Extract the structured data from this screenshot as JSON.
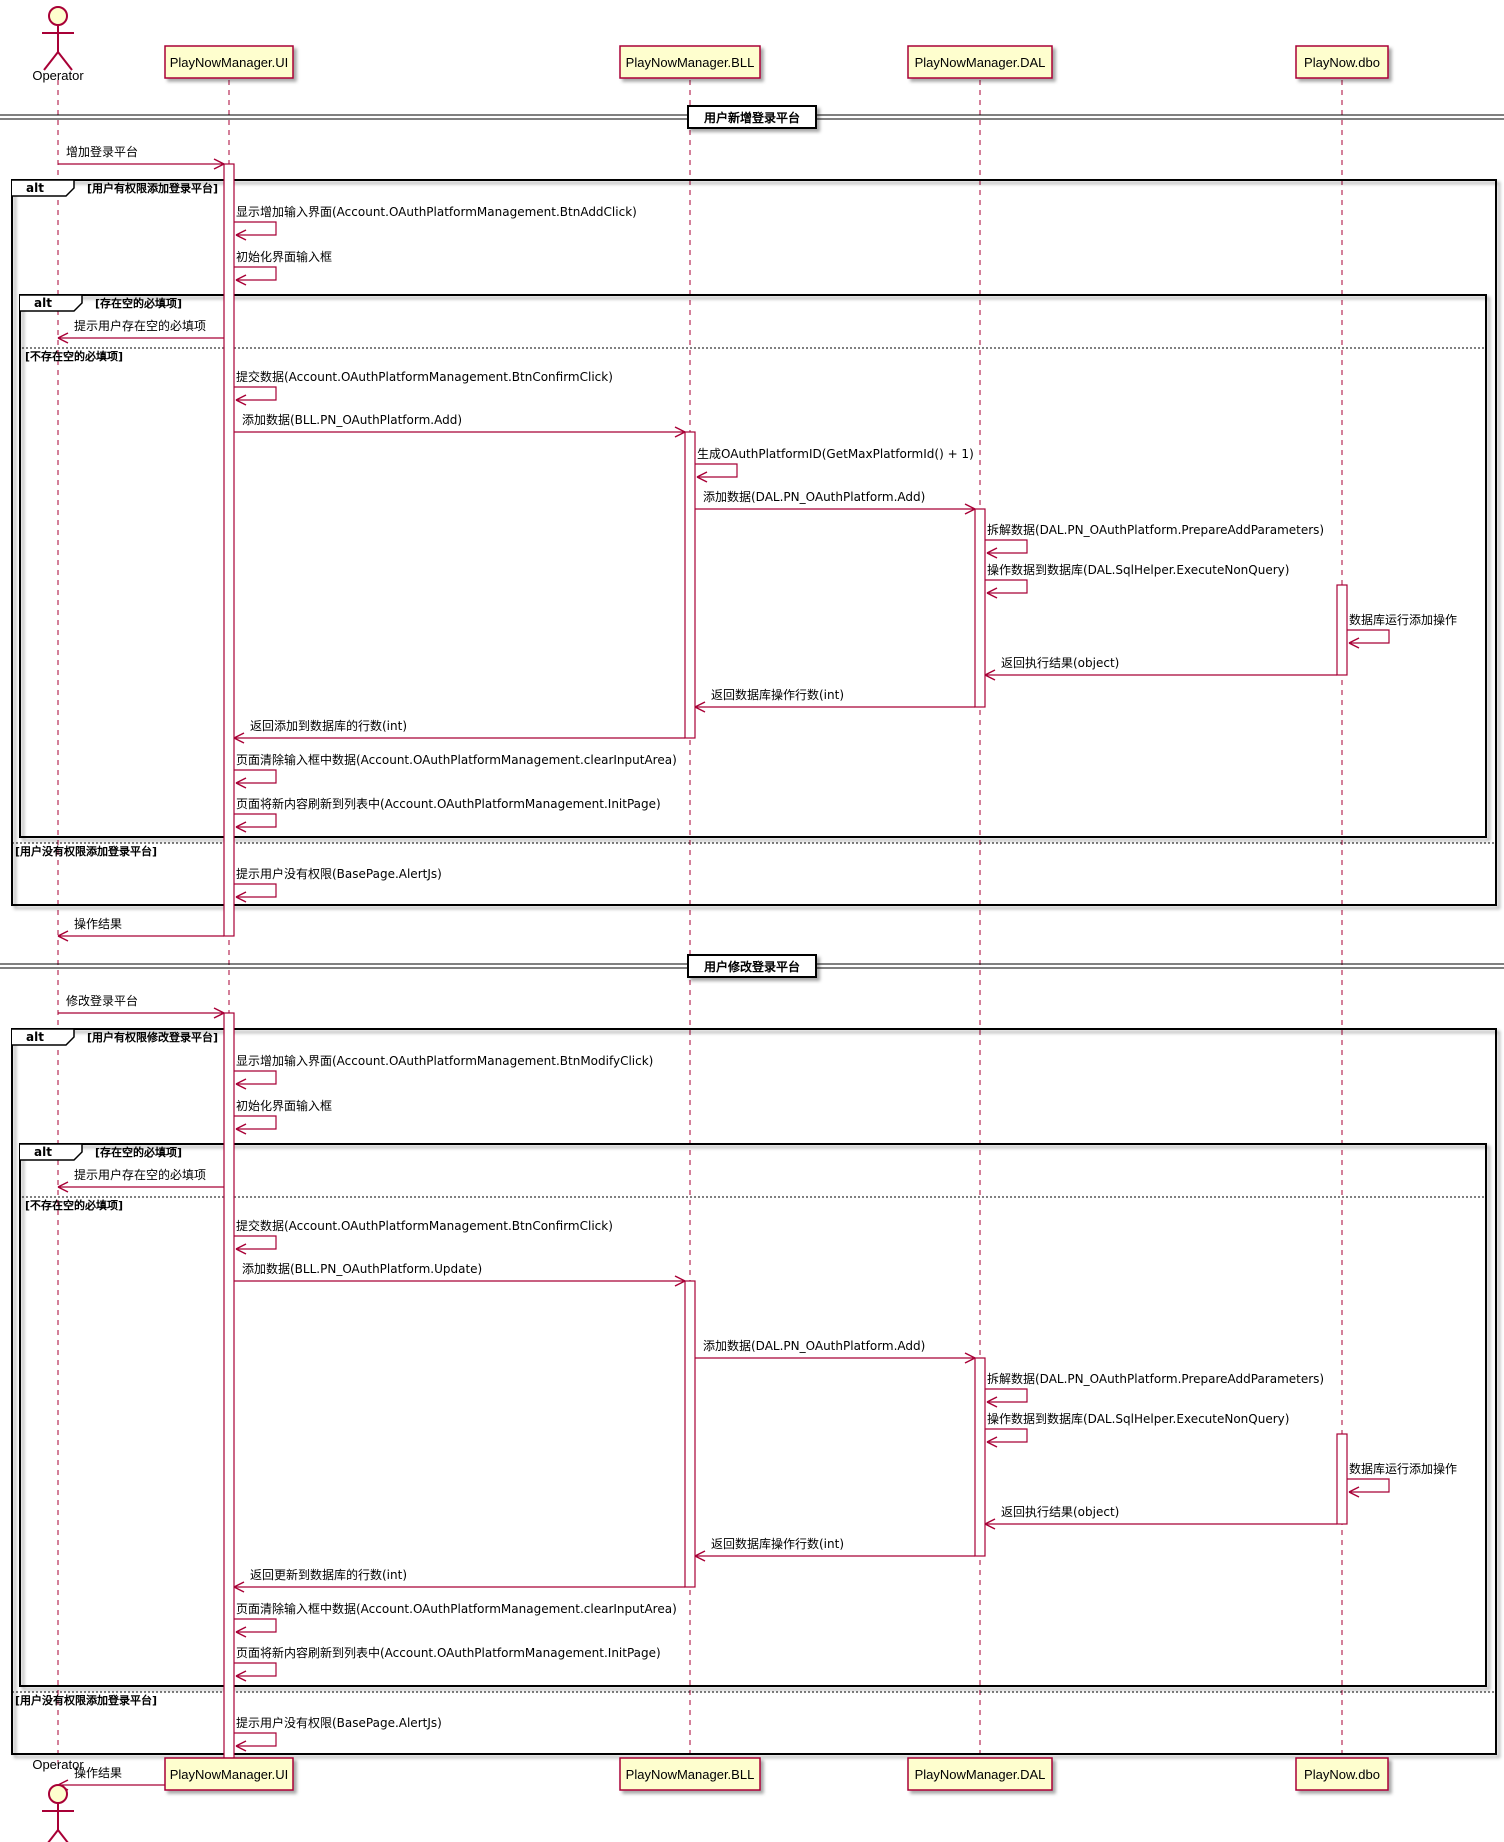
{
  "participants": [
    {
      "id": "op",
      "label": "Operator",
      "kind": "actor"
    },
    {
      "id": "ui",
      "label": "PlayNowManager.UI",
      "kind": "box"
    },
    {
      "id": "bll",
      "label": "PlayNowManager.BLL",
      "kind": "box"
    },
    {
      "id": "dal",
      "label": "PlayNowManager.DAL",
      "kind": "box"
    },
    {
      "id": "dbo",
      "label": "PlayNow.dbo",
      "kind": "box"
    }
  ],
  "sections": [
    {
      "divider": "用户新增登录平台",
      "request": "增加登录平台",
      "outer_alt": {
        "keyword": "alt",
        "guard": "[用户有权限添加登录平台]",
        "else_guard": "[用户没有权限添加登录平台]"
      },
      "show_input": "显示增加输入界面(Account.OAuthPlatformManagement.BtnAddClick)",
      "init_input": "初始化界面输入框",
      "inner_alt": {
        "keyword": "alt",
        "guard": "[存在空的必填项]",
        "else_guard": "[不存在空的必填项]"
      },
      "hint_required": "提示用户存在空的必填项",
      "submit": "提交数据(Account.OAuthPlatformManagement.BtnConfirmClick)",
      "call_bll": "添加数据(BLL.PN_OAuthPlatform.Add)",
      "gen_id": "生成OAuthPlatformID(GetMaxPlatformId() + 1)",
      "call_dal": "添加数据(DAL.PN_OAuthPlatform.Add)",
      "parse": "拆解数据(DAL.PN_OAuthPlatform.PrepareAddParameters)",
      "op_db": "操作数据到数据库(DAL.SqlHelper.ExecuteNonQuery)",
      "db_run": "数据库运行添加操作",
      "ret_obj": "返回执行结果(object)",
      "ret_int": "返回数据库操作行数(int)",
      "ret_rows": "返回添加到数据库的行数(int)",
      "clear": "页面清除输入框中数据(Account.OAuthPlatformManagement.clearInputArea)",
      "refresh": "页面将新内容刷新到列表中(Account.OAuthPlatformManagement.InitPage)",
      "no_perm": "提示用户没有权限(BasePage.AlertJs)",
      "result": "操作结果"
    },
    {
      "divider": "用户修改登录平台",
      "request": "修改登录平台",
      "outer_alt": {
        "keyword": "alt",
        "guard": "[用户有权限修改登录平台]",
        "else_guard": "[用户没有权限添加登录平台]"
      },
      "show_input": "显示增加输入界面(Account.OAuthPlatformManagement.BtnModifyClick)",
      "init_input": "初始化界面输入框",
      "inner_alt": {
        "keyword": "alt",
        "guard": "[存在空的必填项]",
        "else_guard": "[不存在空的必填项]"
      },
      "hint_required": "提示用户存在空的必填项",
      "submit": "提交数据(Account.OAuthPlatformManagement.BtnConfirmClick)",
      "call_bll": "添加数据(BLL.PN_OAuthPlatform.Update)",
      "gen_id": "",
      "call_dal": "添加数据(DAL.PN_OAuthPlatform.Add)",
      "parse": "拆解数据(DAL.PN_OAuthPlatform.PrepareAddParameters)",
      "op_db": "操作数据到数据库(DAL.SqlHelper.ExecuteNonQuery)",
      "db_run": "数据库运行添加操作",
      "ret_obj": "返回执行结果(object)",
      "ret_int": "返回数据库操作行数(int)",
      "ret_rows": "返回更新到数据库的行数(int)",
      "clear": "页面清除输入框中数据(Account.OAuthPlatformManagement.clearInputArea)",
      "refresh": "页面将新内容刷新到列表中(Account.OAuthPlatformManagement.InitPage)",
      "no_perm": "提示用户没有权限(BasePage.AlertJs)",
      "result": "操作结果"
    }
  ],
  "colors": {
    "line": "#A80036",
    "box_fill": "#FEFECE",
    "text": "#000000"
  }
}
